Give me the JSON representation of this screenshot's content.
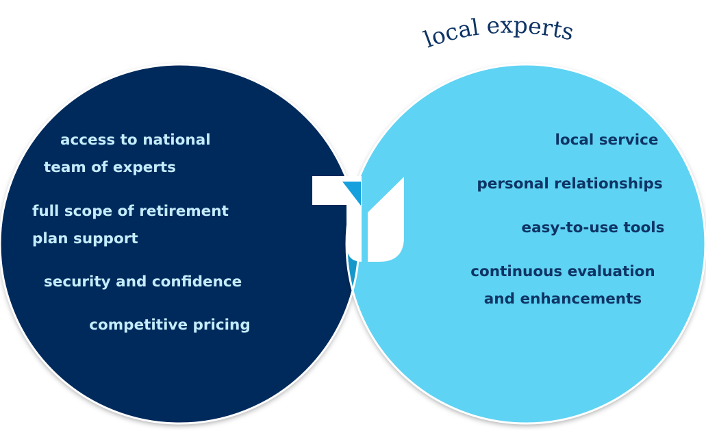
{
  "colors": {
    "left_circle": "#042c5c",
    "right_circle": "#5fd3f3",
    "overlap": "#1598c9",
    "left_text": "#c4ecfb",
    "right_text": "#0e3465",
    "left_title": "#ffffff",
    "right_title": "#0e3465",
    "outline": "#ffffff",
    "logo_main": "#ffffff",
    "logo_accent": "#16a0dd"
  },
  "left": {
    "title": "national network",
    "lines": [
      "access to national",
      "team of experts",
      "full scope of retirement",
      "plan support",
      "security and confidence",
      "competitive pricing"
    ]
  },
  "right": {
    "title": "local experts",
    "lines": [
      "local service",
      "personal relationships",
      "easy-to-use tools",
      "continuous evaluation",
      "and enhancements"
    ]
  },
  "center": {
    "logo": "brand-logo-icon"
  }
}
